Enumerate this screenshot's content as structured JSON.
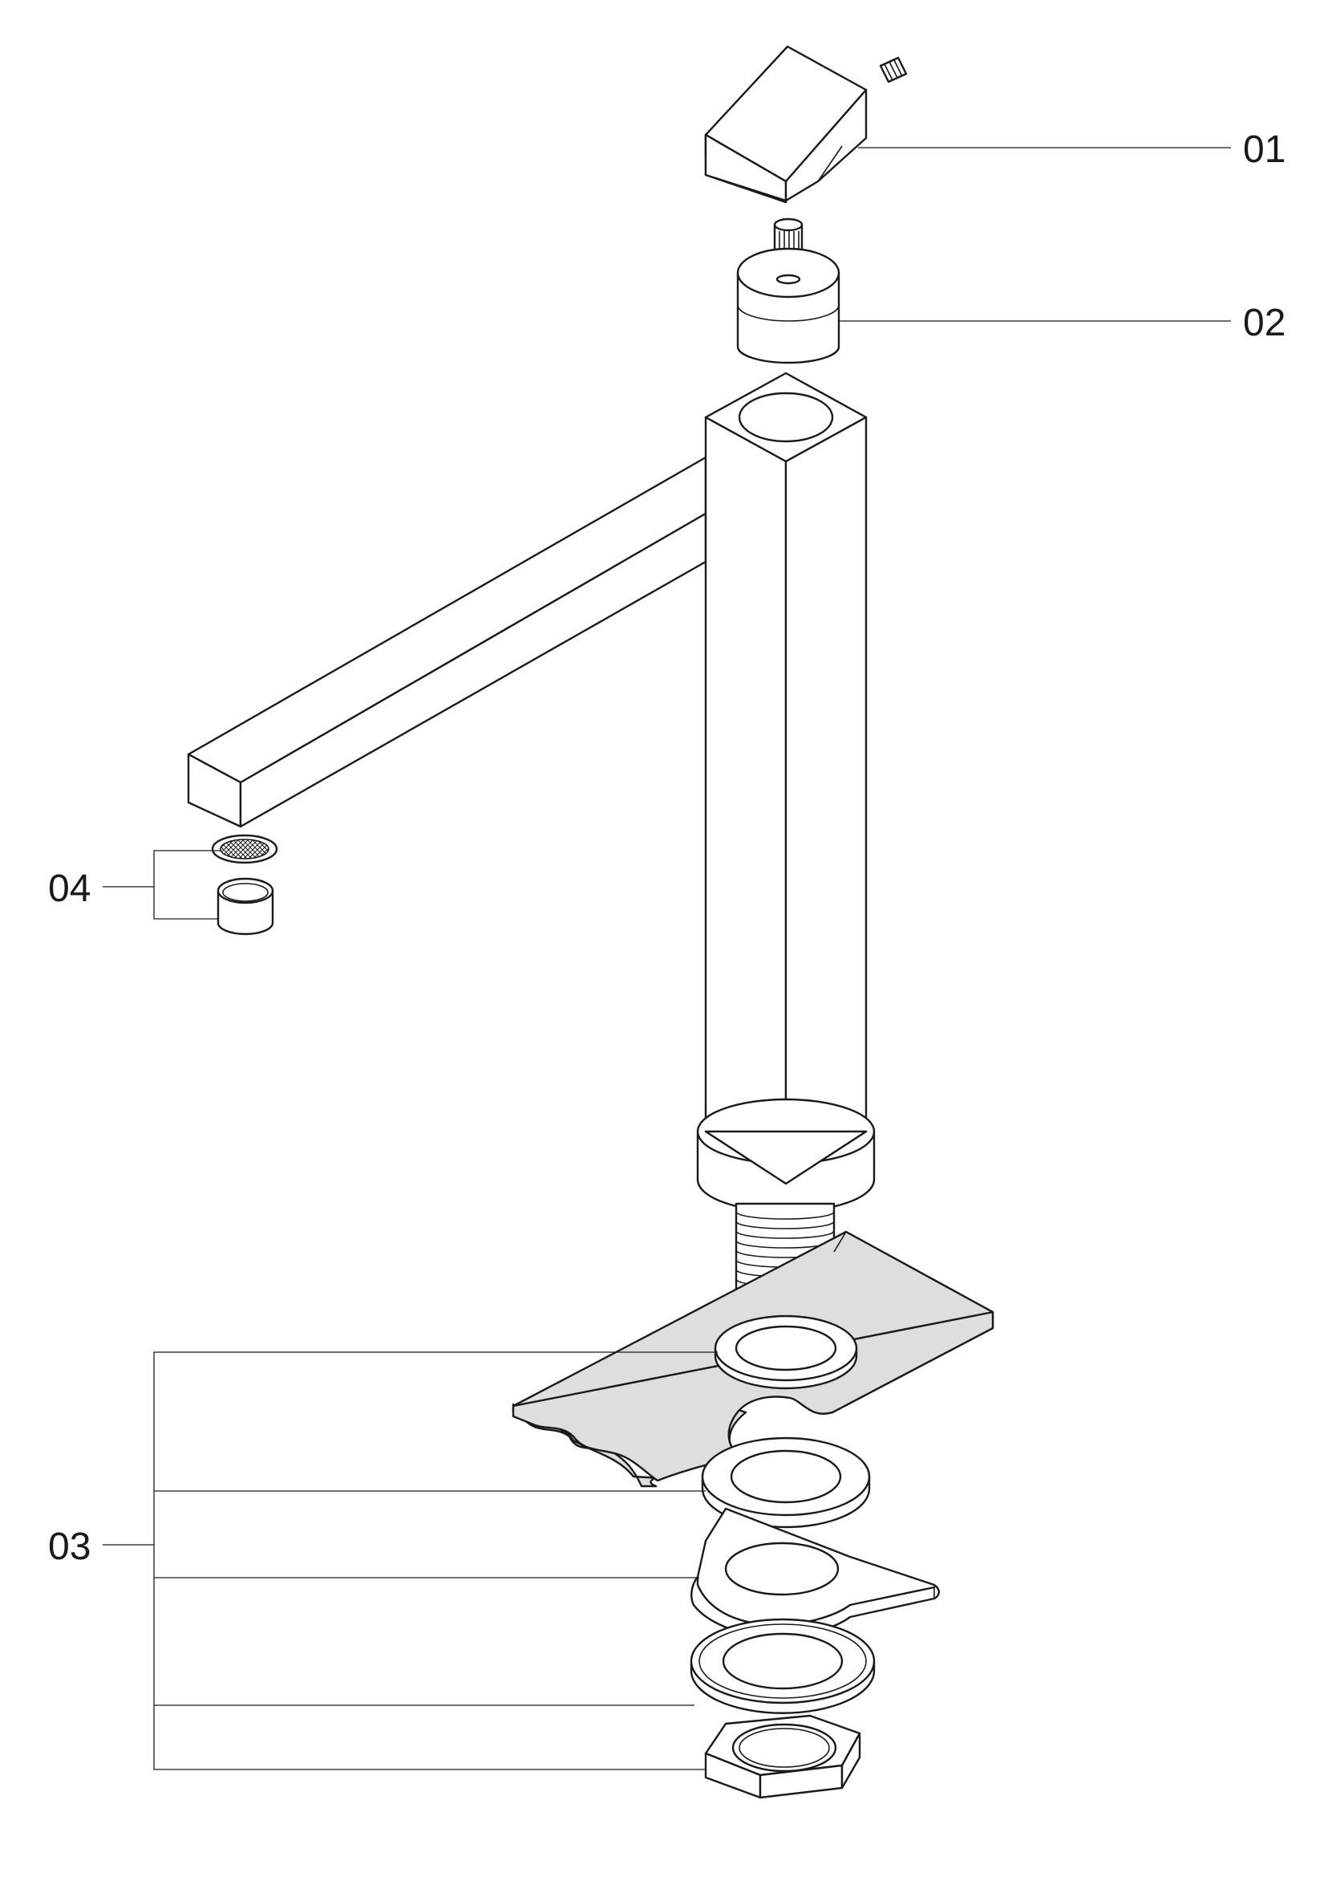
{
  "callouts": {
    "c01": "01",
    "c02": "02",
    "c03": "03",
    "c04": "04"
  },
  "colors": {
    "line": "#1a1a1a",
    "deck_plate_fill": "#dedede",
    "background": "#ffffff"
  }
}
